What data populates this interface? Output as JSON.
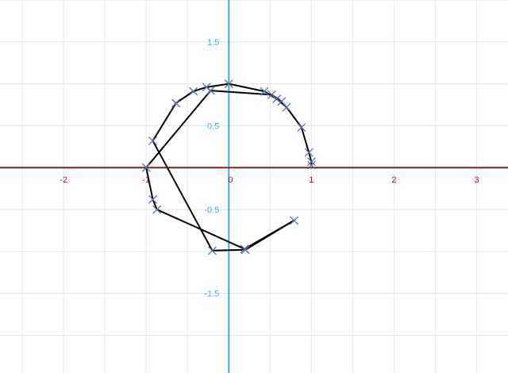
{
  "chart_data": {
    "type": "line",
    "title": "",
    "xlabel": "",
    "ylabel": "",
    "xlim": [
      -2.77,
      3.38
    ],
    "ylim": [
      -2.45,
      2.0
    ],
    "grid": true,
    "x_ticks": [
      -2,
      -1,
      0,
      1,
      2,
      3
    ],
    "x_tick_labels": [
      "-2",
      "-1",
      "0",
      "1",
      "2",
      "3"
    ],
    "y_ticks": [
      1.5,
      0.5,
      -0.5,
      -1.5
    ],
    "y_tick_labels": [
      "1.5",
      "0.5",
      "-0.5",
      "-1.5"
    ],
    "colors": {
      "grid": "#e6e6e6",
      "x_axis": "#8b1a1a",
      "y_axis": "#3fb0d8",
      "line": "#000000",
      "marker": "#5a6fa8"
    },
    "series": [
      {
        "marker": "x",
        "points": [
          [
            1.0,
            0.03
          ],
          [
            1.0,
            0.07
          ],
          [
            0.97,
            0.18
          ],
          [
            0.88,
            0.48
          ],
          [
            0.7,
            0.72
          ],
          [
            0.58,
            0.82
          ],
          [
            0.43,
            0.91
          ],
          [
            0.0,
            1.0
          ],
          [
            -0.27,
            0.96
          ],
          [
            -0.43,
            0.91
          ],
          [
            -0.64,
            0.77
          ],
          [
            -0.92,
            0.32
          ],
          [
            -0.2,
            -0.99
          ],
          [
            0.2,
            -0.98
          ],
          [
            0.79,
            -0.63
          ],
          [
            0.19,
            -0.97
          ],
          [
            -0.87,
            -0.5
          ],
          [
            -0.92,
            -0.38
          ],
          [
            -1.0,
            0.0
          ],
          [
            -0.22,
            0.92
          ],
          [
            0.52,
            0.87
          ],
          [
            0.64,
            0.79
          ]
        ]
      }
    ]
  }
}
